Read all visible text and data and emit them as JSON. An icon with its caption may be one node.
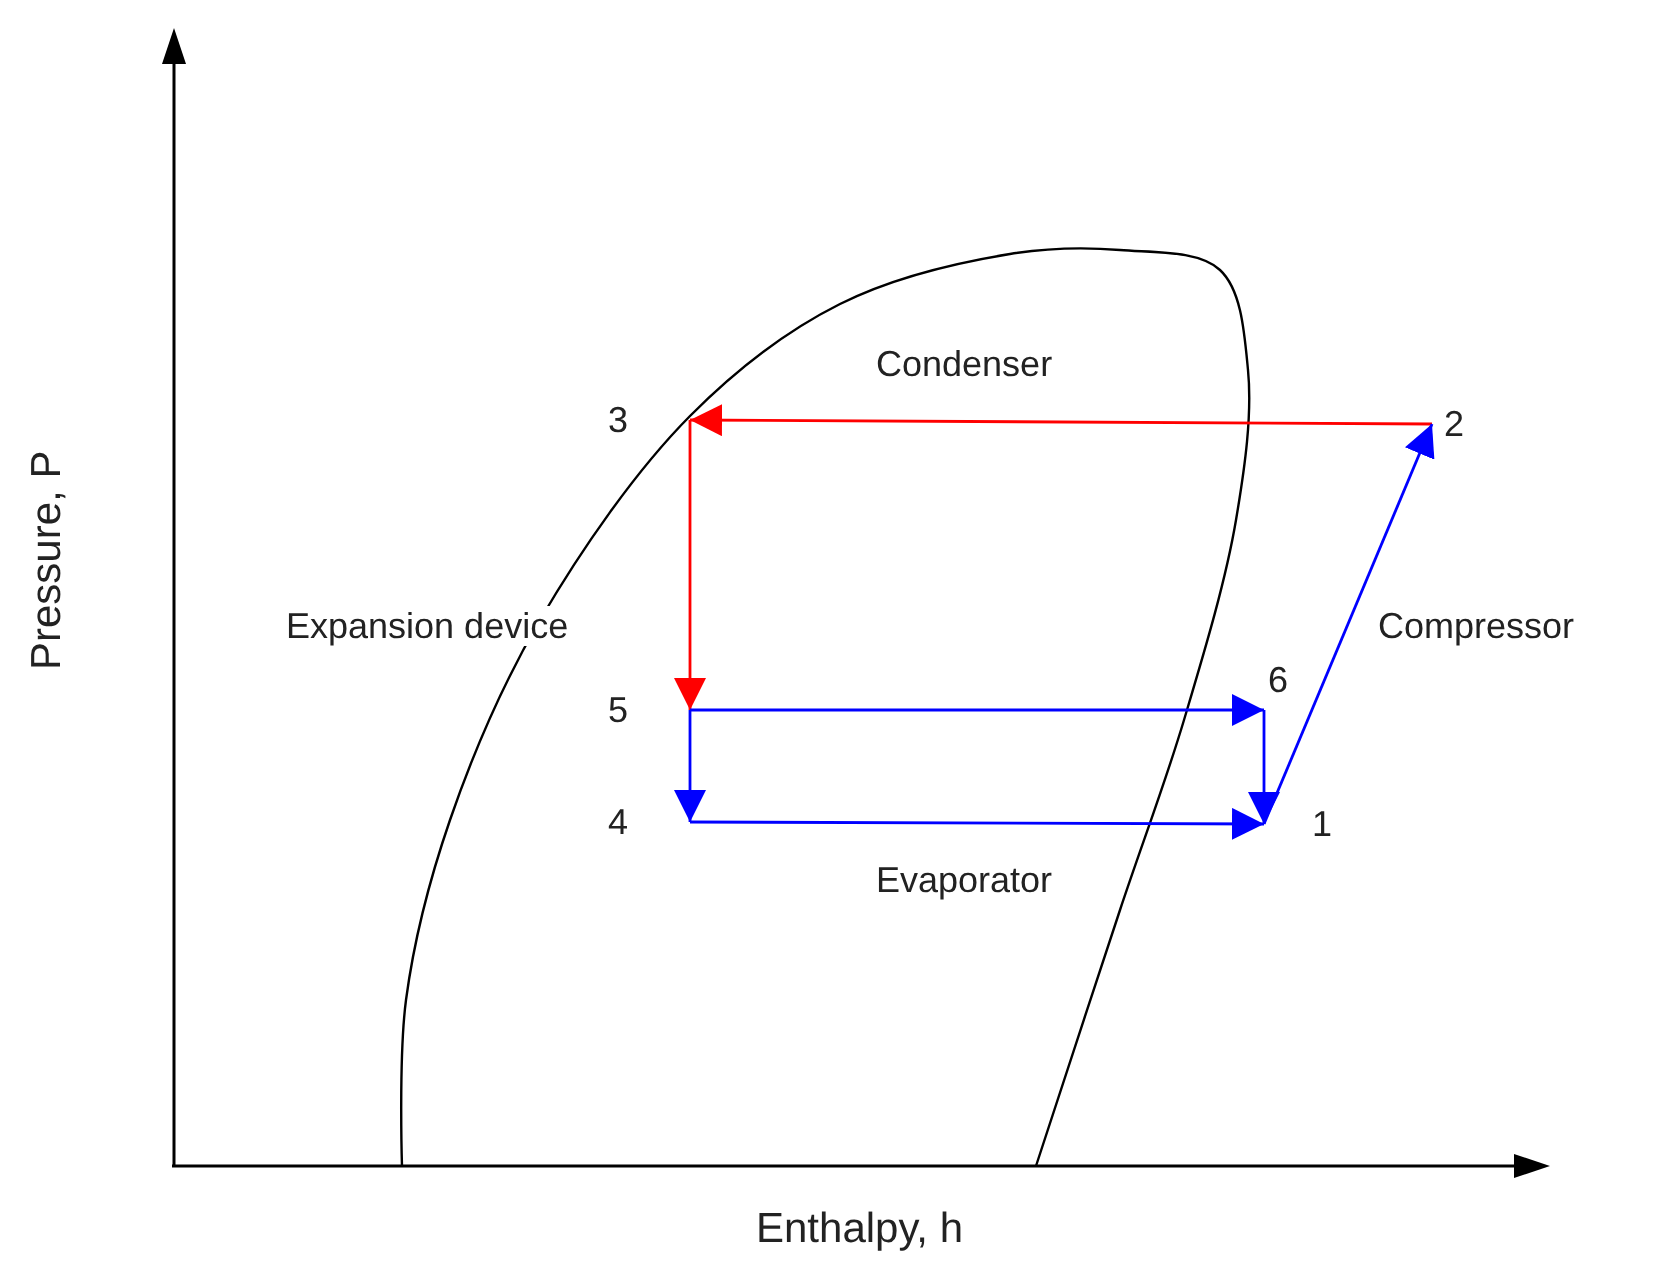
{
  "diagram": {
    "nodes": [
      {
        "text": [
          "1"
        ]
      },
      {
        "text": [
          "2"
        ]
      },
      {
        "text": [
          "3"
        ]
      },
      {
        "text": [
          "4"
        ]
      },
      {
        "text": [
          "5"
        ]
      },
      {
        "text": [
          "6"
        ]
      }
    ],
    "edges": [
      {
        "from": 1,
        "to": 2,
        "arrow": "to",
        "label": "Condenser",
        "color": "#ff0000"
      },
      {
        "from": 2,
        "to": 4,
        "arrow": "to",
        "label": "Expansion device",
        "color": "#ff0000"
      },
      {
        "from": 4,
        "to": 5,
        "arrow": "to"
      },
      {
        "from": 5,
        "to": 0,
        "arrow": "to"
      },
      {
        "from": 4,
        "to": 3,
        "arrow": "to"
      },
      {
        "from": 3,
        "to": 0,
        "arrow": "to",
        "label": "Evaporator"
      },
      {
        "from": 0,
        "to": 1,
        "arrow": "to",
        "label": "Compressor"
      }
    ],
    "labels": [
      "Pressure, P",
      "Enthalpy, h"
    ]
  }
}
